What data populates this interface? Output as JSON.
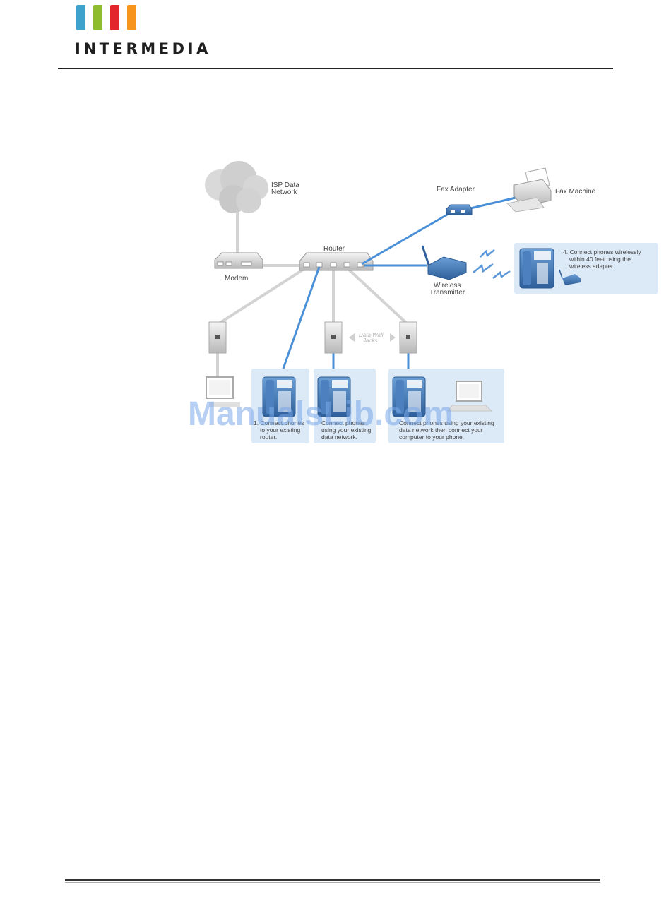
{
  "brand": {
    "name": "INTERMEDIA",
    "bar_colors": [
      "#3ea3cc",
      "#8fbb2e",
      "#e3262b",
      "#f7941d"
    ]
  },
  "diagram": {
    "isp_label": [
      "ISP Data",
      "Network"
    ],
    "modem_label": "Modem",
    "router_label": "Router",
    "fax_adapter_label": "Fax Adapter",
    "fax_machine_label": "Fax Machine",
    "wireless_label": [
      "Wireless",
      "Transmitter"
    ],
    "wall_jacks_label": [
      "Data Wall",
      "Jacks"
    ],
    "callout_1": [
      "1. Connect phones",
      "to your existing",
      "router."
    ],
    "callout_2": [
      "Connect phones",
      "using your existing",
      "data network."
    ],
    "callout_3": [
      "Connect phones using your existing",
      "data network then connect your",
      "computer to your phone."
    ],
    "callout_4": [
      "4. Connect phones wirelessly",
      "within 40 feet using the",
      "wireless adapter."
    ],
    "watermark": "ManualsLib.com"
  },
  "colors": {
    "line_blue": "#4a90d9",
    "line_gray": "#cfcfcf",
    "panel_blue": "#dce9f7",
    "phone_blue": "#3b6ea8"
  }
}
